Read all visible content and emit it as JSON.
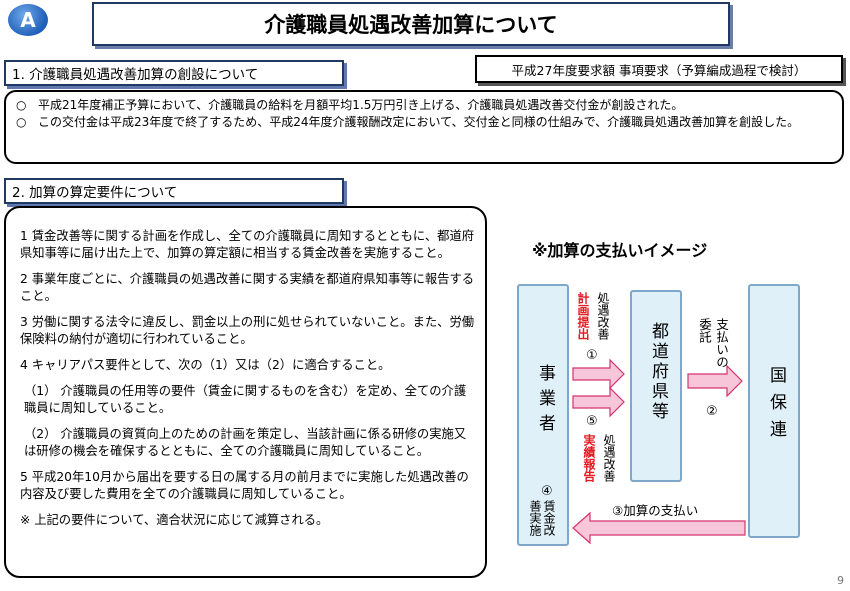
{
  "badge": "A",
  "title": "介護職員処遇改善加算について",
  "section1": {
    "heading": "1. 介護職員処遇改善加算の創設について",
    "bullet_symbol": "○",
    "bullets": [
      "平成21年度補正予算において、介護職員の給料を月額平均1.5万円引き上げる、介護職員処遇改善交付金が創設された。",
      "この交付金は平成23年度で終了するため、平成24年度介護報酬改定において、交付金と同様の仕組みで、介護職員処遇改善加算を創設した。"
    ]
  },
  "budget_note": "平成27年度要求額  事項要求（予算編成過程で検討）",
  "section2": {
    "heading": "2. 加算の算定要件について",
    "items": [
      "1  賃金改善等に関する計画を作成し、全ての介護職員に周知するとともに、都道府県知事等に届け出た上で、加算の算定額に相当する賃金改善を実施すること。",
      "2  事業年度ごとに、介護職員の処遇改善に関する実績を都道府県知事等に報告すること。",
      "3  労働に関する法令に違反し、罰金以上の刑に処せられていないこと。また、労働保険料の納付が適切に行われていること。",
      "4  キャリアパス要件として、次の（1）又は（2）に適合すること。",
      "（1）  介護職員の任用等の要件（賃金に関するものを含む）を定め、全ての介護職員に周知していること。",
      "（2）  介護職員の資質向上のための計画を策定し、当該計画に係る研修の実施又は研修の機会を確保するとともに、全ての介護職員に周知していること。",
      "5  平成20年10月から届出を要する日の属する月の前月までに実施した処遇改善の内容及び要した費用を全ての介護職員に周知していること。",
      "※  上記の要件について、適合状況に応じて減算される。"
    ]
  },
  "diagram": {
    "title": "※加算の支払いイメージ",
    "jigyosha": "事業者",
    "todofuken": "都道府県等",
    "kokuhoren": "国保連",
    "label_plan_red": "計画提出",
    "label_plan_black": "処遇改善",
    "num1": "①",
    "num5": "⑤",
    "label_report_red": "実績報告",
    "label_report_black": "処遇改善",
    "label_commission": "支払いの委託",
    "num2": "②",
    "label_payment": "③加算の支払い",
    "num4": "④",
    "label_wage": "賃金改善実施",
    "colors": {
      "box_fill": "#dff0f8",
      "box_border": "#7fa7c9",
      "arrow_fill": "#f7c6d9",
      "arrow_border": "#d5336e",
      "red_text": "#e31b23"
    }
  },
  "page_number": "9"
}
